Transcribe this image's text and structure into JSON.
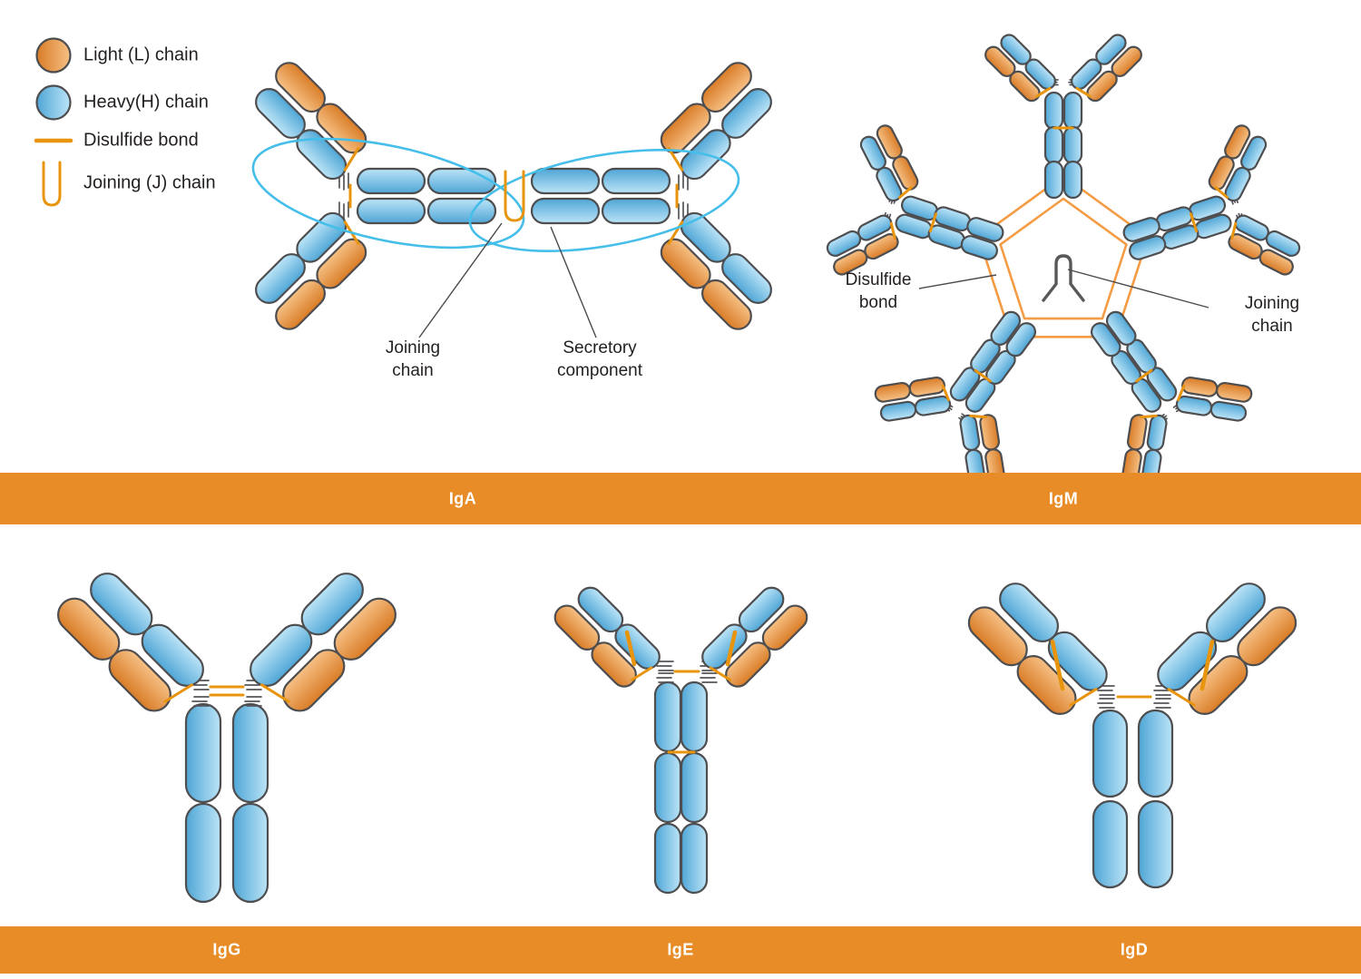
{
  "colors": {
    "banner": "#E88C28",
    "light_chain_orange": "#E89040",
    "heavy_chain_blue": "#6FBCE3",
    "disulfide_orange": "#E8940D",
    "secretory_cyan": "#45BEEA",
    "joining_chain_gray": "#58585A",
    "outline_gray": "#4E4E50",
    "text_dark": "#231F20",
    "banner_text": "#FFFFFF"
  },
  "legend": {
    "items": [
      {
        "icon": "light-chain-swatch",
        "label": "Light (L) chain"
      },
      {
        "icon": "heavy-chain-swatch",
        "label": "Heavy(H) chain"
      },
      {
        "icon": "disulfide-bond-swatch",
        "label": "Disulfide bond"
      },
      {
        "icon": "joining-chain-swatch",
        "label": "Joining (J) chain"
      }
    ]
  },
  "iga": {
    "name": "IgA",
    "joining_label": "Joining\nchain",
    "secretory_label": "Secretory\ncomponent"
  },
  "igm": {
    "name": "IgM",
    "disulfide_label": "Disulfide\nbond",
    "joining_label": "Joining\nchain"
  },
  "igg": {
    "name": "IgG"
  },
  "ige": {
    "name": "IgE"
  },
  "igd": {
    "name": "IgD"
  }
}
